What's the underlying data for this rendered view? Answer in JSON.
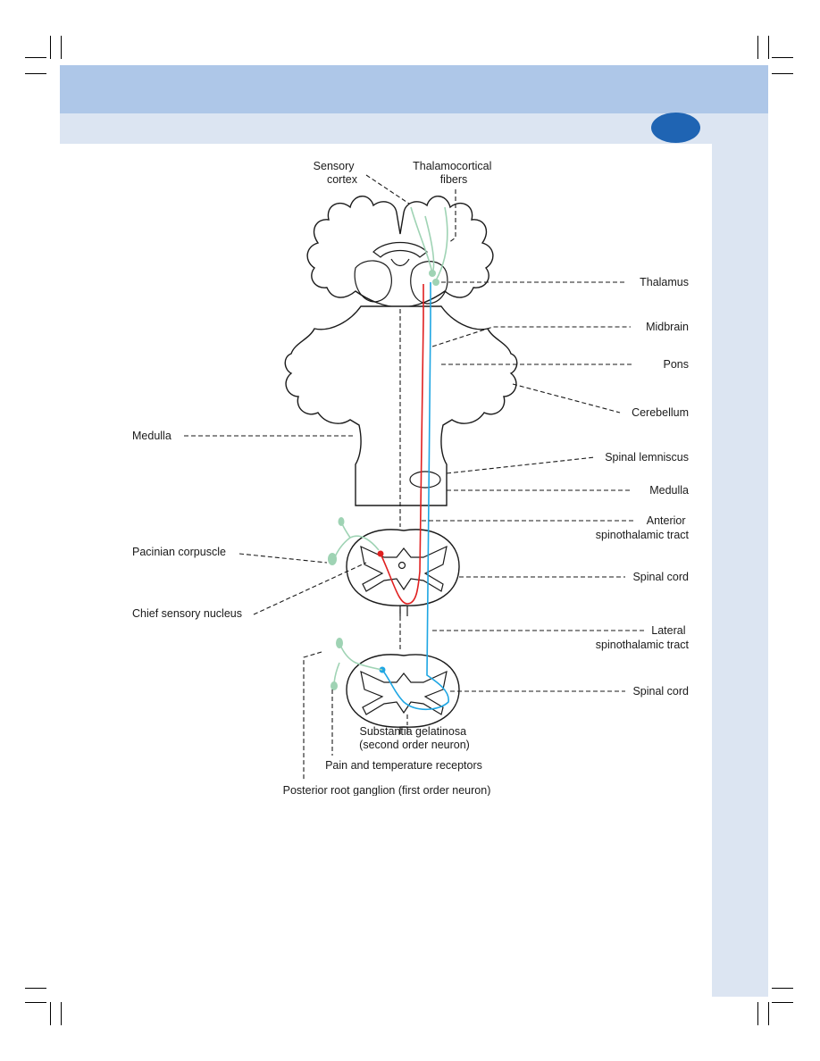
{
  "figure": {
    "labels": {
      "sensory_cortex": [
        "Sensory",
        "cortex"
      ],
      "thalamocortical_fibers": [
        "Thalamocortical",
        "fibers"
      ],
      "thalamus": "Thalamus",
      "midbrain": "Midbrain",
      "pons": "Pons",
      "cerebellum": "Cerebellum",
      "medulla_left": "Medulla",
      "spinal_lemniscus": "Spinal lemniscus",
      "medulla_right": "Medulla",
      "anterior_spinothalamic_tract": [
        "Anterior",
        "spinothalamic tract"
      ],
      "pacinian_corpuscle": "Pacinian corpuscle",
      "spinal_cord_upper": "Spinal cord",
      "chief_sensory_nucleus": "Chief sensory nucleus",
      "lateral_spinothalamic_tract": [
        "Lateral",
        "spinothalamic tract"
      ],
      "spinal_cord_lower": "Spinal cord",
      "substantia_gelatinosa": [
        "Substantia gelatinosa",
        "(second order neuron)"
      ],
      "pain_temperature_receptors": "Pain and temperature receptors",
      "posterior_root_ganglion": "Posterior root ganglion (first order neuron)"
    },
    "colors": {
      "anterior_pathway": "#e02020",
      "lateral_pathway": "#1ea6e3",
      "first_order_and_thalamocortical": "#9fd3b4",
      "header_band": "#aec7e8",
      "sub_band": "#dce5f2",
      "page_dot": "#1f64b3"
    }
  }
}
